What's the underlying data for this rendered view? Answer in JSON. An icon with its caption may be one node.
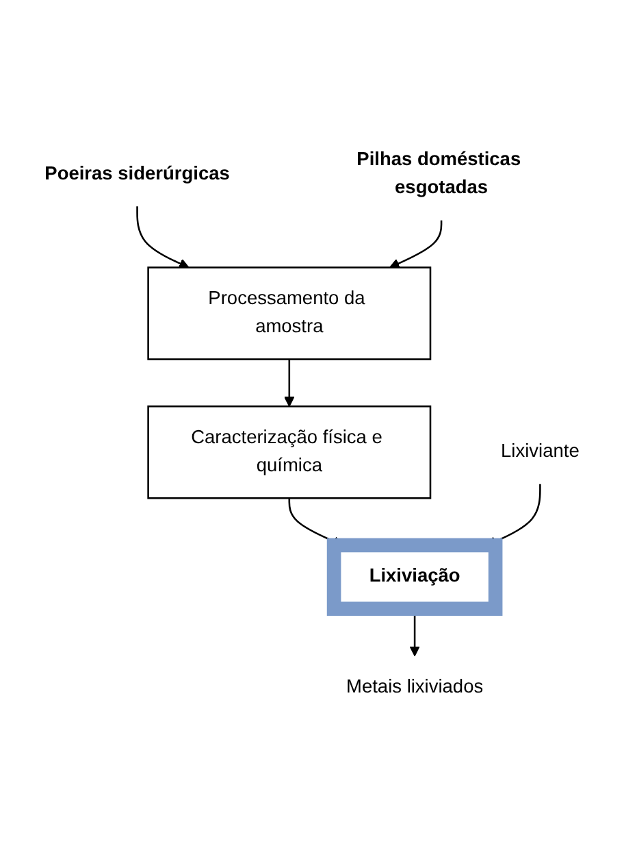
{
  "diagram": {
    "nodes": [
      {
        "text": [
          "Poeiras siderúrgicas"
        ]
      },
      {
        "text": [
          "Pilhas domésticas esgotadas"
        ]
      },
      {
        "text": [
          "Processamento da amostra"
        ]
      },
      {
        "text": [
          "Caracterização física e química"
        ]
      },
      {
        "text": [
          "Lixiviação"
        ]
      },
      {
        "text": [
          "Lixiviante"
        ]
      },
      {
        "text": [
          "Metais lixiviados"
        ]
      }
    ],
    "edges": [
      {
        "from": 0,
        "to": 2,
        "arrow": "to"
      },
      {
        "from": 1,
        "to": 2,
        "arrow": "to"
      },
      {
        "from": 2,
        "to": 3,
        "arrow": "to"
      },
      {
        "from": 3,
        "to": 4,
        "arrow": "to"
      },
      {
        "from": 5,
        "to": 4,
        "arrow": "to"
      },
      {
        "from": 4,
        "to": 6,
        "arrow": "to"
      }
    ]
  }
}
